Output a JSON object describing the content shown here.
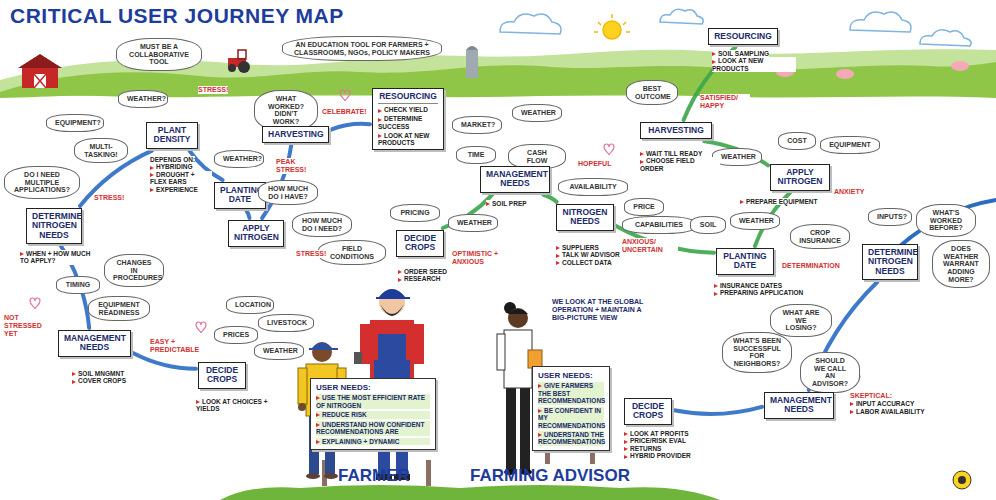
{
  "diagram": {
    "title": "CRITICAL USER JOURNEY MAP",
    "nodes": [
      {
        "text": [
          "MUST BE A COLLABORATIVE TOOL"
        ]
      },
      {
        "text": [
          "AN EDUCATION TOOL FOR FARMERS + CLASSROOMS, NGOs, POLICY MAKERS"
        ]
      },
      {
        "text": [
          "WEATHER?"
        ]
      },
      {
        "text": [
          "PLANT DENSITY"
        ]
      },
      {
        "text": [
          "EQUIPMENT?"
        ]
      },
      {
        "text": [
          "MULTI-TASKING!"
        ]
      },
      {
        "text": [
          "DO I NEED MULTIPLE APPLICATIONS?"
        ]
      },
      {
        "text": [
          "DETERMINE NITROGEN NEEDS"
        ]
      },
      {
        "text": [
          "WEATHER?"
        ]
      },
      {
        "text": [
          "PLANTING DATE"
        ]
      },
      {
        "text": [
          "WHAT WORKED? DIDN'T WORK?"
        ]
      },
      {
        "text": [
          "HARVESTING"
        ]
      },
      {
        "text": [
          "RESOURCING",
          "CHECK YIELD",
          "DETERMINE SUCCESS",
          "LOOK AT NEW PRODUCTS"
        ]
      },
      {
        "text": [
          "HOW MUCH DO I HAVE?"
        ]
      },
      {
        "text": [
          "HOW MUCH DO I NEED?"
        ]
      },
      {
        "text": [
          "APPLY NITROGEN"
        ]
      },
      {
        "text": [
          "TIMING"
        ]
      },
      {
        "text": [
          "CHANGES IN PROCEDURES"
        ]
      },
      {
        "text": [
          "EQUIPMENT READINESS"
        ]
      },
      {
        "text": [
          "MANAGEMENT NEEDS"
        ]
      },
      {
        "text": [
          "LOCATION"
        ]
      },
      {
        "text": [
          "LIVESTOCK"
        ]
      },
      {
        "text": [
          "PRICES"
        ]
      },
      {
        "text": [
          "WEATHER"
        ]
      },
      {
        "text": [
          "DECIDE CROPS"
        ]
      },
      {
        "text": [
          "MARKET?"
        ]
      },
      {
        "text": [
          "WEATHER"
        ]
      },
      {
        "text": [
          "TIME"
        ]
      },
      {
        "text": [
          "CASH FLOW"
        ]
      },
      {
        "text": [
          "MANAGEMENT NEEDS"
        ]
      },
      {
        "text": [
          "PRICING"
        ]
      },
      {
        "text": [
          "WEATHER"
        ]
      },
      {
        "text": [
          "FIELD CONDITIONS"
        ]
      },
      {
        "text": [
          "DECIDE CROPS"
        ]
      },
      {
        "text": [
          "AVAILABILITY"
        ]
      },
      {
        "text": [
          "PRICE"
        ]
      },
      {
        "text": [
          "CAPABILITIES"
        ]
      },
      {
        "text": [
          "NITROGEN NEEDS"
        ]
      },
      {
        "text": [
          "RESOURCING"
        ]
      },
      {
        "text": [
          "BEST OUTCOME"
        ]
      },
      {
        "text": [
          "HARVESTING"
        ]
      },
      {
        "text": [
          "WEATHER"
        ]
      },
      {
        "text": [
          "COST"
        ]
      },
      {
        "text": [
          "EQUIPMENT"
        ]
      },
      {
        "text": [
          "APPLY NITROGEN"
        ]
      },
      {
        "text": [
          "SOIL"
        ]
      },
      {
        "text": [
          "WEATHER"
        ]
      },
      {
        "text": [
          "CROP INSURANCE"
        ]
      },
      {
        "text": [
          "PLANTING DATE"
        ]
      },
      {
        "text": [
          "INPUTS?"
        ]
      },
      {
        "text": [
          "WHAT'S WORKED BEFORE?"
        ]
      },
      {
        "text": [
          "DOES WEATHER WARRANT ADDING MORE?"
        ]
      },
      {
        "text": [
          "DETERMINE NITROGEN NEEDS"
        ]
      },
      {
        "text": [
          "WHAT ARE WE LOSING?"
        ]
      },
      {
        "text": [
          "WHAT'S BEEN SUCCESSFUL FOR NEIGHBORS?"
        ]
      },
      {
        "text": [
          "SHOULD WE CALL AN ADVISOR?"
        ]
      },
      {
        "text": [
          "MANAGEMENT NEEDS"
        ]
      },
      {
        "text": [
          "DECIDE CROPS"
        ]
      },
      {
        "text": [
          "USER NEEDS:",
          "USE THE MOST EFFICIENT RATE OF NITROGEN",
          "REDUCE RISK",
          "UNDERSTAND HOW CONFIDENT RECOMMENDATIONS ARE",
          "EXPLAINING + DYNAMIC"
        ]
      },
      {
        "text": [
          "USER NEEDS:",
          "GIVE FARMERS THE BEST RECOMMENDATIONS",
          "BE CONFIDENT IN MY RECOMMENDATIONS",
          "UNDERSTAND THE RECOMMENDATIONS"
        ]
      }
    ],
    "edges": [
      {
        "from": 24,
        "to": 19,
        "arrow": "none"
      },
      {
        "from": 19,
        "to": 7,
        "arrow": "none"
      },
      {
        "from": 7,
        "to": 3,
        "arrow": "none"
      },
      {
        "from": 3,
        "to": 9,
        "arrow": "none"
      },
      {
        "from": 9,
        "to": 15,
        "arrow": "none"
      },
      {
        "from": 15,
        "to": 11,
        "arrow": "none"
      },
      {
        "from": 11,
        "to": 12,
        "arrow": "none"
      },
      {
        "from": 33,
        "to": 29,
        "arrow": "none"
      },
      {
        "from": 29,
        "to": 37,
        "arrow": "none"
      },
      {
        "from": 37,
        "to": 48,
        "arrow": "none"
      },
      {
        "from": 48,
        "to": 44,
        "arrow": "none"
      },
      {
        "from": 44,
        "to": 40,
        "arrow": "none"
      },
      {
        "from": 40,
        "to": 38,
        "arrow": "none"
      },
      {
        "from": 57,
        "to": 56,
        "arrow": "none"
      },
      {
        "from": 56,
        "to": 52,
        "arrow": "none"
      }
    ],
    "labels": [
      "STRESS!",
      "DEPENDS ON:",
      "HYBRIDING",
      "DROUGHT + FLEX EARS",
      "EXPERIENCE",
      "STRESS!",
      "WHEN + HOW MUCH TO APPLY?",
      "PEAK STRESS!",
      "CELEBRATE!",
      "STRESS!",
      "NOT STRESSED YET",
      "SOIL MNGMNT",
      "COVER CROPS",
      "EASY + PREDICTABLE",
      "LOOK AT CHOICES + YIELDS",
      "HOPEFUL",
      "SOIL PREP",
      "OPTIMISTIC + ANXIOUS",
      "ORDER SEED",
      "RESEARCH",
      "ANXIOUS/ UNCERTAIN",
      "SUPPLIERS",
      "TALK W/ ADVISOR",
      "COLLECT DATA",
      "SOIL SAMPLING",
      "LOOK AT NEW PRODUCTS",
      "SATISFIED/ HAPPY",
      "WAIT TILL READY",
      "CHOOSE FIELD ORDER",
      "ANXIETY",
      "PREPARE EQUIPMENT",
      "DETERMINATION",
      "INSURANCE DATES",
      "PREPARING APPLICATION",
      "SKEPTICAL:",
      "INPUT ACCURACY",
      "LABOR AVAILABILITY",
      "LOOK AT PROFITS",
      "PRICE/RISK EVAL",
      "RETURNS",
      "HYBRID PROVIDER",
      "WE LOOK AT THE GLOBAL OPERATION + MAINTAIN A BIG-PICTURE VIEW",
      "FARMER",
      "FARMING ADVISOR"
    ]
  }
}
